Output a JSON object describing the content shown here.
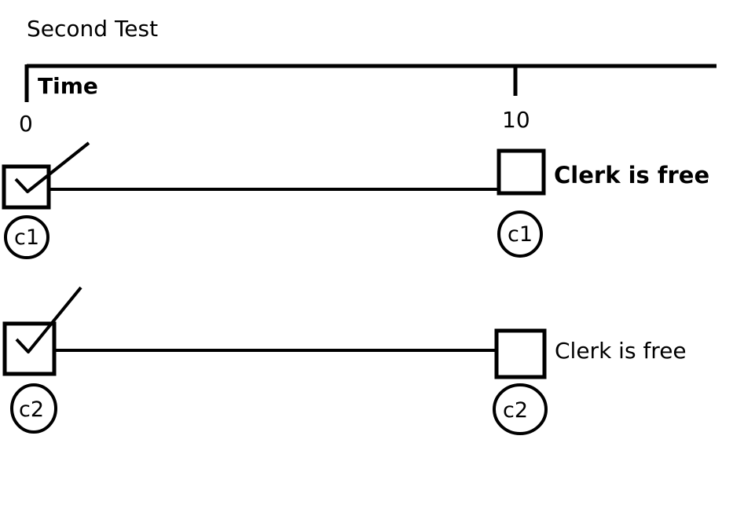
{
  "title": "Second Test",
  "timeline": {
    "label": "Time",
    "ticks": [
      "0",
      "10"
    ]
  },
  "rows": [
    {
      "start_node": "c1",
      "end_node": "c1",
      "end_note": "Clerk is free",
      "start_checked": true,
      "end_checked": false,
      "note_bold": true
    },
    {
      "start_node": "c2",
      "end_node": "c2",
      "end_note": "Clerk is free",
      "start_checked": true,
      "end_checked": false,
      "note_bold": false
    }
  ],
  "colors": {
    "ink": "#000000",
    "background": "#ffffff"
  }
}
